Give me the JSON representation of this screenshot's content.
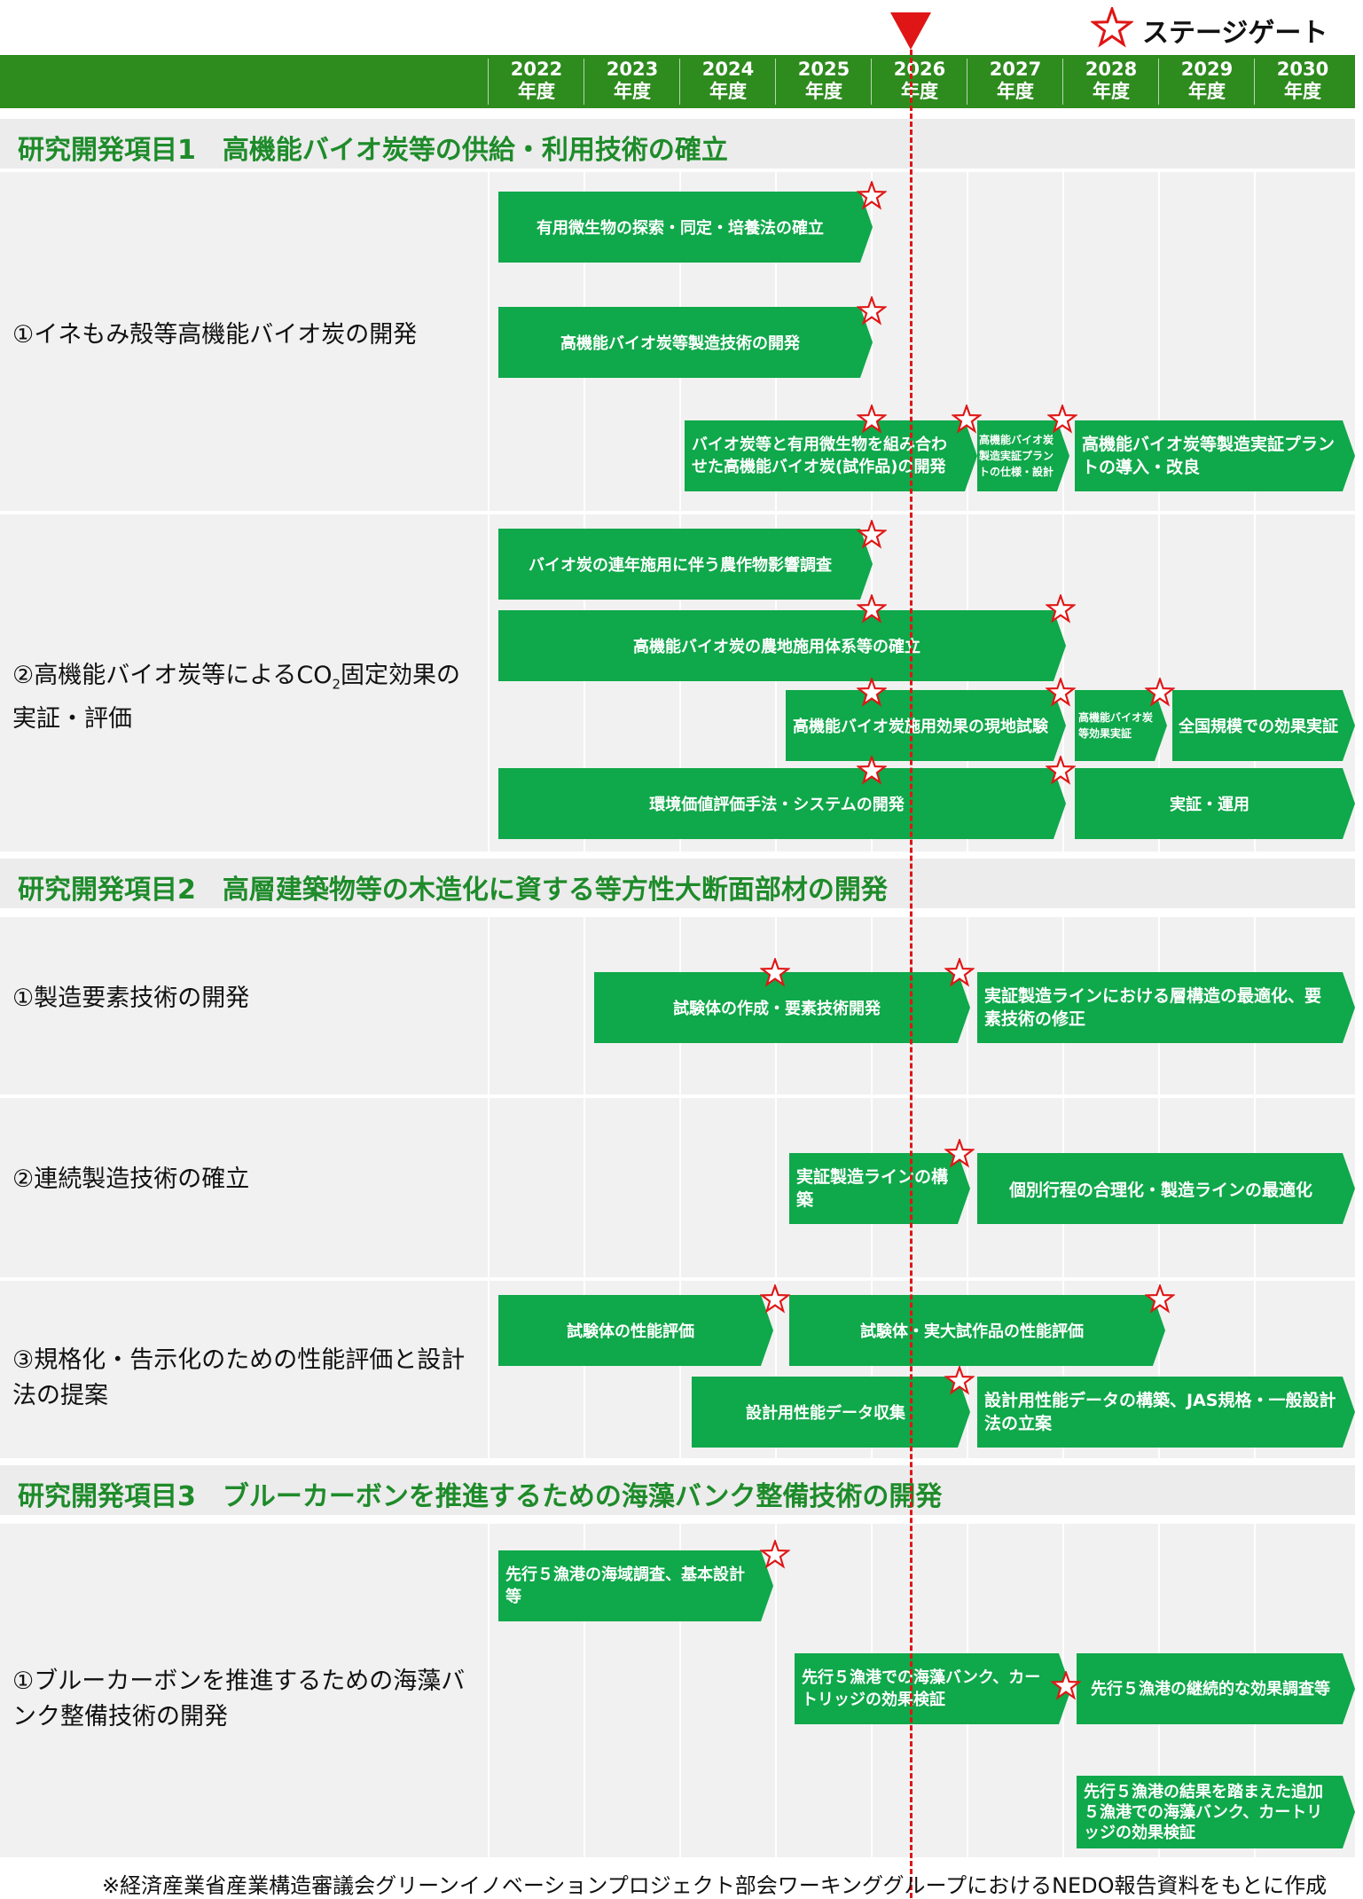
{
  "legend": {
    "label": "ステージゲート"
  },
  "years": [
    {
      "year": "2022",
      "unit": "年度"
    },
    {
      "year": "2023",
      "unit": "年度"
    },
    {
      "year": "2024",
      "unit": "年度"
    },
    {
      "year": "2025",
      "unit": "年度"
    },
    {
      "year": "2026",
      "unit": "年度"
    },
    {
      "year": "2027",
      "unit": "年度"
    },
    {
      "year": "2028",
      "unit": "年度"
    },
    {
      "year": "2029",
      "unit": "年度"
    },
    {
      "year": "2030",
      "unit": "年度"
    }
  ],
  "sections": [
    {
      "title": "研究開発項目1　高機能バイオ炭等の供給・利用技術の確立"
    },
    {
      "title": "研究開発項目2　高層建築物等の木造化に資する等方性大断面部材の開発"
    },
    {
      "title": "研究開発項目3　ブルーカーボンを推進するための海藻バンク整備技術の開発"
    }
  ],
  "rows": [
    {
      "label": "①イネもみ殻等高機能バイオ炭の開発"
    },
    {
      "label_pre": "②高機能バイオ炭等によるCO",
      "label_sub": "2",
      "label_post": "固定効果の実証・評価"
    },
    {
      "label": "①製造要素技術の開発"
    },
    {
      "label": "②連続製造技術の確立"
    },
    {
      "label": "③規格化・告示化のための性能評価と設計法の提案"
    },
    {
      "label": "①ブルーカーボンを推進するための海藻バンク整備技術の開発"
    }
  ],
  "bars": [
    {
      "text": "有用微生物の探索・同定・培養法の確立"
    },
    {
      "text": "高機能バイオ炭等製造技術の開発"
    },
    {
      "text": "バイオ炭等と有用微生物を組み合わせた高機能バイオ炭(試作品)の開発"
    },
    {
      "text": "高機能バイオ炭製造実証プラントの仕様・設計"
    },
    {
      "text": "高機能バイオ炭等製造実証プラントの導入・改良"
    },
    {
      "text": "バイオ炭の連年施用に伴う農作物影響調査"
    },
    {
      "text": "高機能バイオ炭の農地施用体系等の確立"
    },
    {
      "text": "高機能バイオ炭施用効果の現地試験"
    },
    {
      "text": "高機能バイオ炭等効果実証"
    },
    {
      "text": "全国規模での効果実証"
    },
    {
      "text": "環境価値評価手法・システムの開発"
    },
    {
      "text": "実証・運用"
    },
    {
      "text": "試験体の作成・要素技術開発"
    },
    {
      "text": "実証製造ラインにおける層構造の最適化、要素技術の修正"
    },
    {
      "text": "実証製造ラインの構築"
    },
    {
      "text": "個別行程の合理化・製造ラインの最適化"
    },
    {
      "text": "試験体の性能評価"
    },
    {
      "text": "試験体・実大試作品の性能評価"
    },
    {
      "text": "設計用性能データ収集"
    },
    {
      "text": "設計用性能データの構築、JAS規格・一般設計法の立案"
    },
    {
      "text": "先行５漁港の海域調査、基本設計等"
    },
    {
      "text": "先行５漁港での海藻バンク、カートリッジの効果検証"
    },
    {
      "text": "先行５漁港の継続的な効果調査等"
    },
    {
      "text": "先行５漁港の結果を踏まえた追加５漁港での海藻バンク、カートリッジの効果検証"
    }
  ],
  "colors": {
    "header": "#2e8b1e",
    "bar": "#0fa84a",
    "section_text": "#1e8b2a",
    "marker": "#e01515",
    "row_bg": "#f1f1f1"
  },
  "footnote": "※経済産業省産業構造審議会グリーンイノベーションプロジェクト部会ワーキンググループにおけるNEDO報告資料をもとに作成"
}
